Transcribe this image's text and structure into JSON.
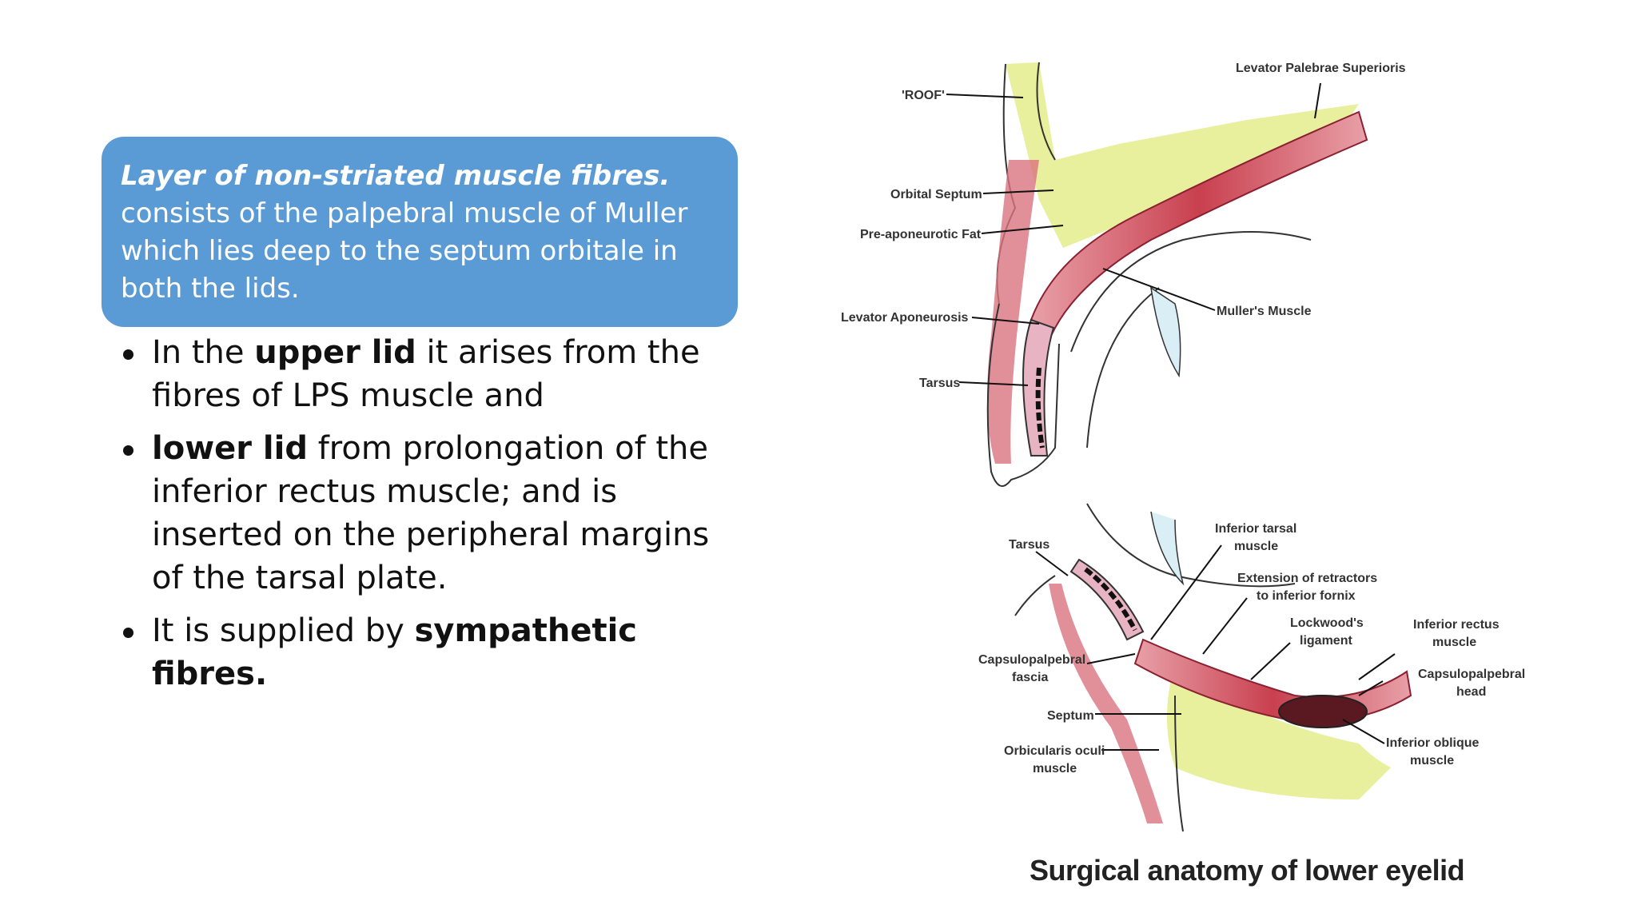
{
  "callout": {
    "lead": "Layer of non-striated muscle fibres.",
    "text": "consists of the palpebral muscle of Muller which lies deep to the septum orbitale in both the lids."
  },
  "bullets": [
    {
      "pre": "In the ",
      "bold": "upper lid",
      "post": " it arises from the fibres of LPS muscle and"
    },
    {
      "pre": "",
      "bold": "lower lid",
      "post": " from prolongation of the inferior rectus muscle; and is inserted on the peripheral margins of the tarsal plate."
    },
    {
      "pre": "It is supplied by ",
      "bold": "sympathetic fibres.",
      "post": ""
    }
  ],
  "figure": {
    "upper_labels": {
      "roof": "'ROOF'",
      "lps": "Levator Palebrae Superioris",
      "orbital_septum": "Orbital Septum",
      "fat": "Pre-aponeurotic Fat",
      "levator_apo": "Levator Aponeurosis",
      "muller": "Muller's Muscle",
      "tarsus": "Tarsus"
    },
    "lower_labels": {
      "tarsus": "Tarsus",
      "inf_tarsal_1": "Inferior tarsal",
      "inf_tarsal_2": "muscle",
      "extension_1": "Extension of retractors",
      "extension_2": "to inferior fornix",
      "lockwood_1": "Lockwood's",
      "lockwood_2": "ligament",
      "inf_rectus_1": "Inferior rectus",
      "inf_rectus_2": "muscle",
      "capsulo_fascia_1": "Capsulopalpebral",
      "capsulo_fascia_2": "fascia",
      "capsulo_head_1": "Capsulopalpebral",
      "capsulo_head_2": "head",
      "septum": "Septum",
      "orbicularis_1": "Orbicularis oculi",
      "orbicularis_2": "muscle",
      "inf_oblique_1": "Inferior oblique",
      "inf_oblique_2": "muscle"
    },
    "caption": "Surgical anatomy of lower eyelid"
  }
}
